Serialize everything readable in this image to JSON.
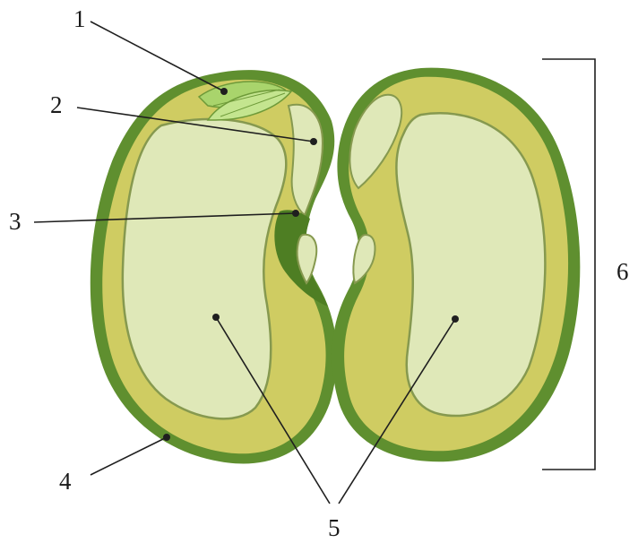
{
  "figure": {
    "labels": {
      "l1": "1",
      "l2": "2",
      "l3": "3",
      "l4": "4",
      "l5": "5",
      "l6": "6"
    },
    "colors": {
      "seed_coat": "#5f8f2f",
      "endosperm_band": "#cfcc62",
      "cotyledon_fill": "#dfe8b8",
      "cotyledon_outline": "#86994f",
      "embryo_dark": "#4e7e23",
      "plumule_leaf": "#b7de7d",
      "leader_line": "#1f1f1f"
    }
  }
}
